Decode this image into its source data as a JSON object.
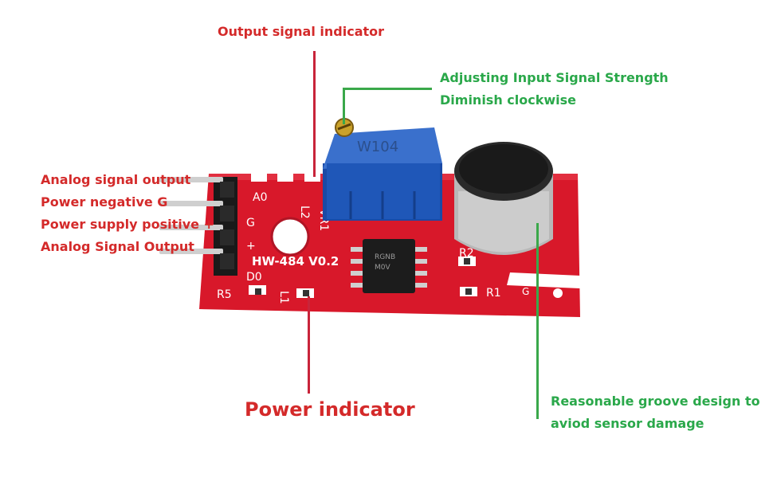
{
  "labels": {
    "output_indicator": "Output signal indicator",
    "adjust_line1": "Adjusting Input Signal Strength",
    "adjust_line2": "Diminish clockwise",
    "pin_analog_out": "Analog signal output",
    "pin_power_neg": "Power negative G",
    "pin_power_pos": "Power supply positive +",
    "pin_signal_out": "Analog Signal Output",
    "power_indicator": "Power indicator",
    "groove_line1": "Reasonable groove design to",
    "groove_line2": "aviod sensor damage"
  },
  "board": {
    "model": "HW-484 V0.2",
    "pot_code": "W104",
    "silk_a0": "A0",
    "silk_g": "G",
    "silk_plus": "+",
    "silk_d0": "D0",
    "silk_l2": "L2",
    "silk_l1": "L1",
    "silk_vr1": "VR1",
    "silk_r1": "R1",
    "silk_r2": "R2",
    "silk_r5": "R5",
    "silk_g_right": "G",
    "chip_text1": "RGNB",
    "chip_text2": "M0V"
  },
  "colors": {
    "label_red": "#d42a2a",
    "label_green": "#2aa84a",
    "pcb_red": "#d8182a",
    "pot_blue": "#1f57b8"
  }
}
